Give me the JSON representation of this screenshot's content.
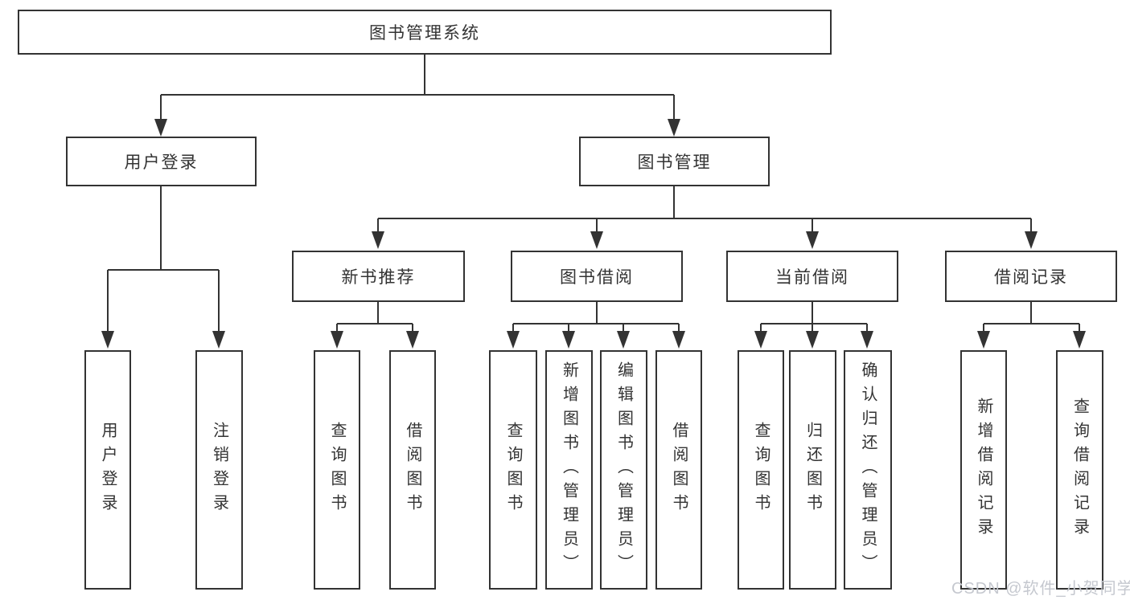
{
  "diagram": {
    "root": {
      "label": "图书管理系统"
    },
    "branches": [
      {
        "label": "用户登录",
        "children": [
          {
            "label": "用户登录"
          },
          {
            "label": "注销登录"
          }
        ]
      },
      {
        "label": "图书管理",
        "children": [
          {
            "label": "新书推荐",
            "children": [
              {
                "label": "查询图书"
              },
              {
                "label": "借阅图书"
              }
            ]
          },
          {
            "label": "图书借阅",
            "children": [
              {
                "label": "查询图书"
              },
              {
                "label": "新增图书（管理员）"
              },
              {
                "label": "编辑图书（管理员）"
              },
              {
                "label": "借阅图书"
              }
            ]
          },
          {
            "label": "当前借阅",
            "children": [
              {
                "label": "查询图书"
              },
              {
                "label": "归还图书"
              },
              {
                "label": "确认归还（管理员）"
              }
            ]
          },
          {
            "label": "借阅记录",
            "children": [
              {
                "label": "新增借阅记录"
              },
              {
                "label": "查询借阅记录"
              }
            ]
          }
        ]
      }
    ]
  },
  "watermark": {
    "text": "CSDN @软件_小贺同学"
  },
  "colors": {
    "line": "#333333",
    "box_border": "#333333",
    "box_background": "#ffffff",
    "text": "#333333",
    "background": "#ffffff",
    "watermark_text": "#c5c8cf"
  }
}
